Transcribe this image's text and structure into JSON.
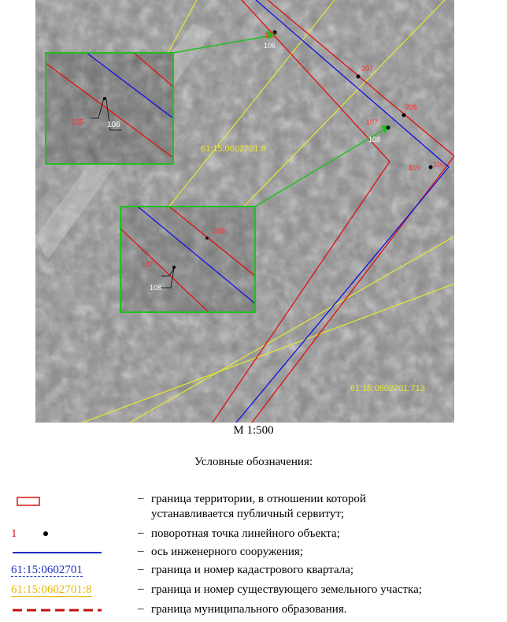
{
  "map": {
    "point_labels": {
      "p105": "105",
      "p106": "106",
      "p107": "107",
      "p108": "108",
      "p109": "109",
      "p205": "205",
      "p206": "206",
      "p207": "207"
    },
    "parcel_label_1": "61:15:0602701:8",
    "parcel_label_2": "61:15:0602701:713",
    "inset1_labels": {
      "a": "105",
      "b": "106"
    },
    "inset2_labels": {
      "a": "107",
      "b": "108",
      "c": "206"
    },
    "colors": {
      "servitude_boundary": "#e01010",
      "engineering_axis": "#1010e0",
      "parcel_boundary": "#e8e830",
      "inset_frame": "#20c020",
      "callout": "#20c020",
      "point_label": "#ff3030"
    }
  },
  "scale": "М 1:500",
  "legend": {
    "title": "Условные обозначения:",
    "items": [
      {
        "symbol": "red-rect",
        "symbol_text": "",
        "dash": "–",
        "text": "граница территории, в отношении которой устанавливается публичный сервитут;"
      },
      {
        "symbol": "point",
        "symbol_text": "1",
        "dash": "–",
        "text": "поворотная точка линейного объекта;"
      },
      {
        "symbol": "blue-line",
        "symbol_text": "",
        "dash": "–",
        "text": "ось инженерного сооружения;"
      },
      {
        "symbol": "blue-code",
        "symbol_text": "61:15:0602701",
        "dash": "–",
        "text": "граница и номер кадастрового квартала;"
      },
      {
        "symbol": "yellow-code",
        "symbol_text": "61:15:0602701:8",
        "dash": "–",
        "text": "граница и номер существующего земельного участка;"
      },
      {
        "symbol": "red-dash",
        "symbol_text": "",
        "dash": "–",
        "text": "граница муниципального образования."
      }
    ]
  }
}
